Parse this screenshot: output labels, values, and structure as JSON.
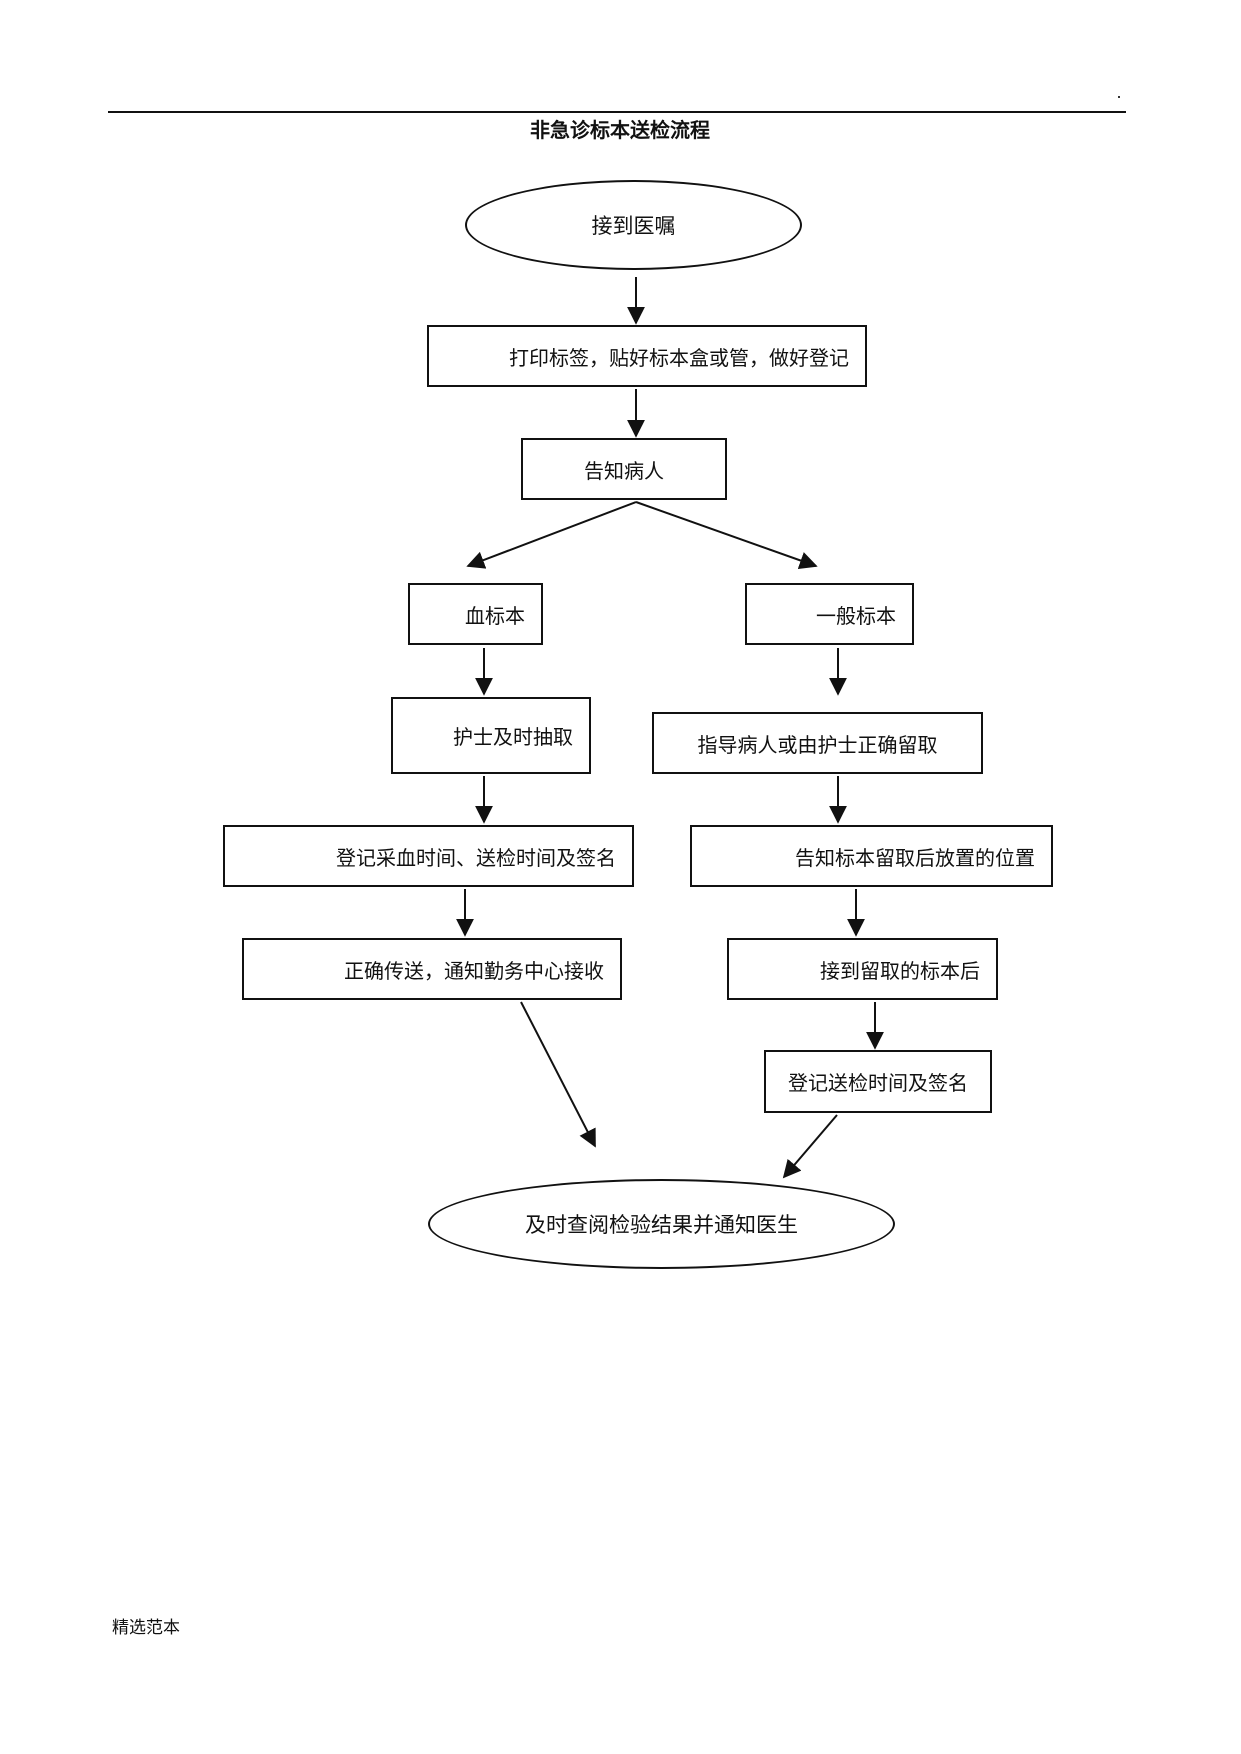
{
  "header": {
    "title": "非急诊标本送检流程",
    "corner_mark": "."
  },
  "flow": {
    "start": "接到医嘱",
    "print_label": "打印标签，贴好标本盒或管，做好登记",
    "notify_patient": "告知病人",
    "blood_sample": "血标本",
    "general_sample": "一般标本",
    "nurse_collect": "护士及时抽取",
    "guide_patient": "指导病人或由护士正确留取",
    "record_blood_times": "登记采血时间、送检时间及签名",
    "tell_place": "告知标本留取后放置的位置",
    "deliver": "正确传送，通知勤务中心接收",
    "receive_sample": "接到留取的标本后",
    "record_send_time": "登记送检时间及签名",
    "end": "及时查阅检验结果并通知医生"
  },
  "footer": {
    "text": "精选范本"
  }
}
